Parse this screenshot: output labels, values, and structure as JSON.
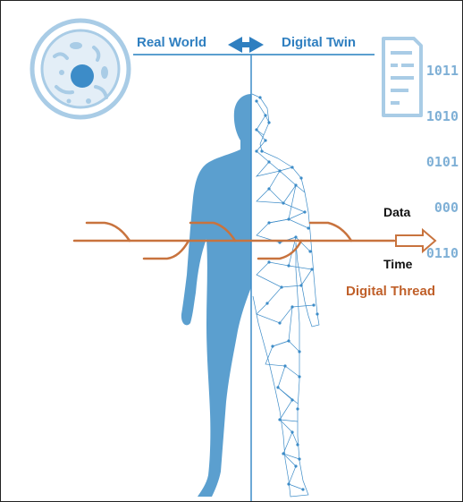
{
  "labels": {
    "real_world": "Real World",
    "digital_twin": "Digital Twin",
    "data": "Data",
    "time": "Time",
    "digital_thread": "Digital Thread"
  },
  "binary_lines": [
    "1011",
    "1010",
    "0101",
    "000",
    "0110"
  ],
  "colors": {
    "body_blue": "#5b9fcf",
    "mesh_blue": "#3d8cc8",
    "header_blue": "#2f7fc0",
    "thread_orange": "#c8733e",
    "thread_text": "#c0602a",
    "icon_light_blue": "#a9cce6"
  },
  "icons": {
    "cell": "biological-cell-icon",
    "document": "binary-document-icon",
    "arrow": "bidirectional-arrow-icon"
  }
}
